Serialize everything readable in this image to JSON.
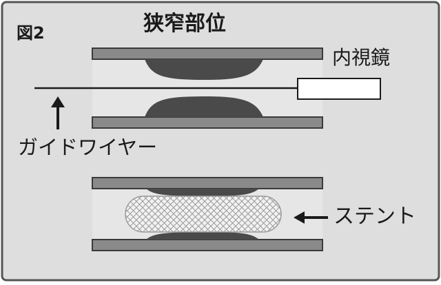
{
  "figure": {
    "number_label": "図2",
    "labels": {
      "stenosis": "狭窄部位",
      "endoscope": "内視鏡",
      "guidewire": "ガイドワイヤー",
      "stent": "ステント"
    }
  },
  "colors": {
    "frame": "#555555",
    "background": "#dedede",
    "lumen": "#e6e6e6",
    "vessel_wall": "#8a8a8a",
    "wall_edge": "#3a3a3a",
    "stenosis": "#4a4a4a",
    "arrow": "#1a1a1a",
    "endoscope_fill": "#ffffff",
    "stent_fill": "#f2f2f2",
    "stent_mesh": "#9a9a9a"
  }
}
